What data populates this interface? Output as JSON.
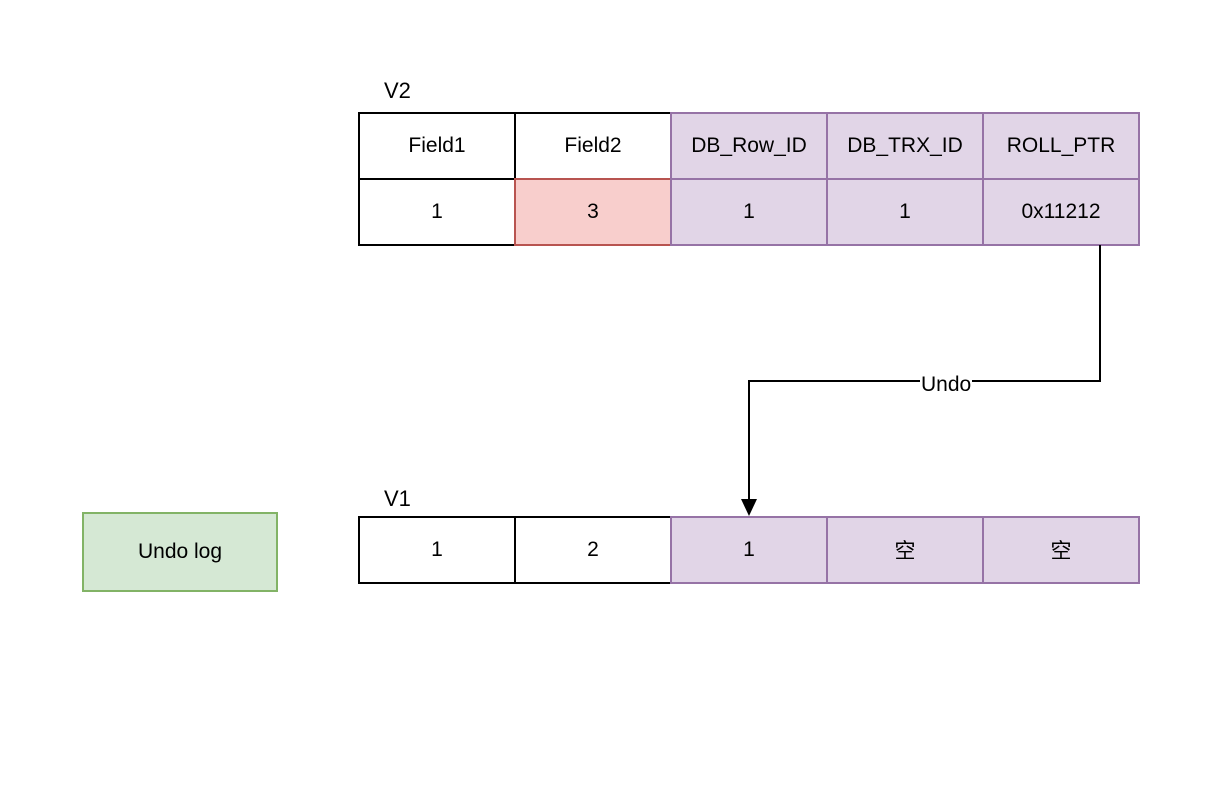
{
  "v2": {
    "label": "V2",
    "header": [
      "Field1",
      "Field2",
      "DB_Row_ID",
      "DB_TRX_ID",
      "ROLL_PTR"
    ],
    "values": [
      "1",
      "3",
      "1",
      "1",
      "0x11212"
    ]
  },
  "v1": {
    "label": "V1",
    "values": [
      "1",
      "2",
      "1",
      "空",
      "空"
    ]
  },
  "edge": {
    "label": "Undo"
  },
  "legend": {
    "label": "Undo log",
    "color": "#d5e8d4"
  },
  "colors": {
    "metadata_fill": "#e1d5e7",
    "metadata_stroke": "#9673a6",
    "changed_fill": "#f8cecc",
    "changed_stroke": "#b85450",
    "legend_stroke": "#82b366"
  }
}
